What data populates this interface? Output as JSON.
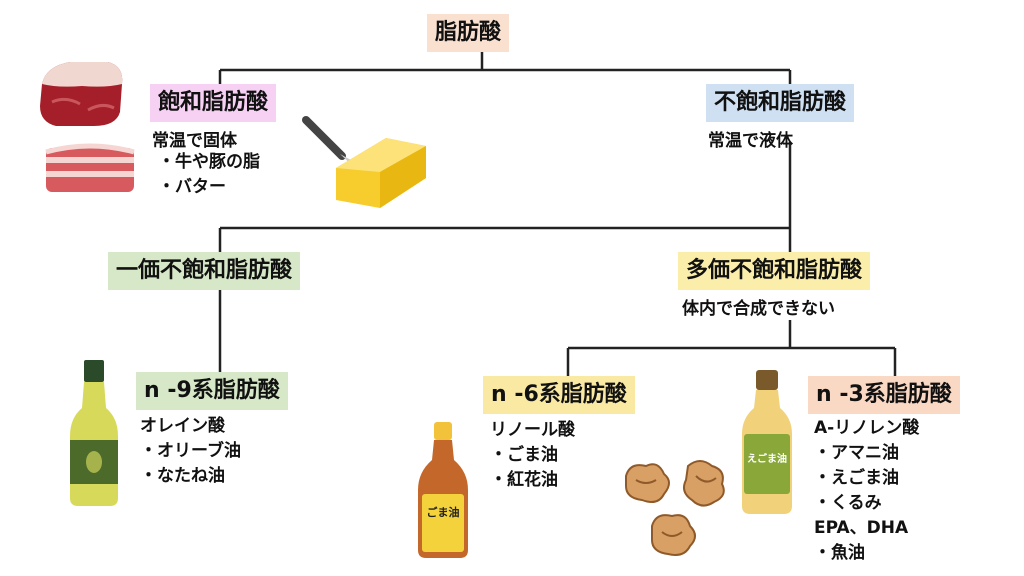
{
  "root": {
    "label": "脂肪酸"
  },
  "saturated": {
    "label": "飽和脂肪酸",
    "note": "常温で固体",
    "items": [
      "・牛や豚の脂",
      "・バター"
    ]
  },
  "unsaturated": {
    "label": "不飽和脂肪酸",
    "note": "常温で液体"
  },
  "mono": {
    "label": "一価不飽和脂肪酸"
  },
  "poly": {
    "label": "多価不飽和脂肪酸",
    "note": "体内で合成できない"
  },
  "n9": {
    "label": "n -9系脂肪酸",
    "lines": [
      "オレイン酸",
      "・オリーブ油",
      "・なたね油"
    ]
  },
  "n6": {
    "label": "n -6系脂肪酸",
    "lines": [
      "リノール酸",
      "・ごま油",
      "・紅花油"
    ]
  },
  "n3": {
    "label": "n -3系脂肪酸",
    "lines": [
      "A-リノレン酸",
      "・アマニ油",
      "・えごま油",
      "・くるみ",
      "EPA、DHA",
      "・魚油"
    ]
  },
  "bottle_labels": {
    "sesame": "ごま油",
    "egoma": "えごま油"
  },
  "colors": {
    "root": "#f9e0cf",
    "saturated": "#f6d1f4",
    "unsaturated": "#cfe0f2",
    "mono": "#d6e8c8",
    "poly": "#fbeeaa",
    "n6": "#fae9a2",
    "n3": "#f9d8c4"
  }
}
